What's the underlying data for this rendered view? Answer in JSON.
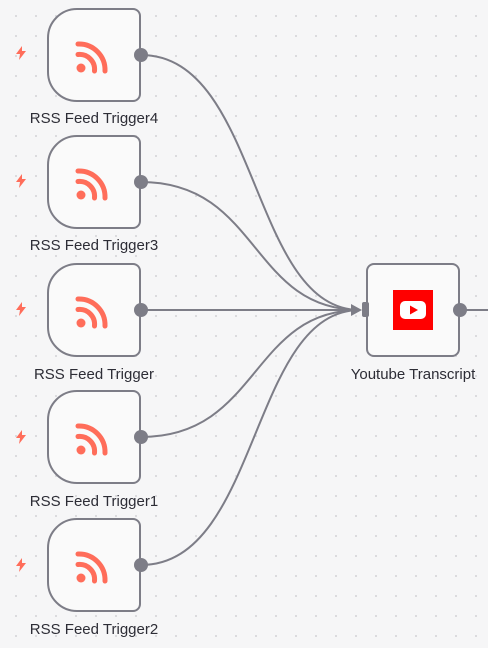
{
  "colors": {
    "rss_icon": "#ff6d5a",
    "trigger_bolt": "#ff6d5a",
    "node_border": "#7d7d87",
    "edge": "#7d7d87",
    "youtube_red": "#ff0000",
    "canvas_bg": "#f6f6f7"
  },
  "workflow": {
    "trigger_nodes": [
      {
        "label": "RSS Feed Trigger4",
        "icon": "rss-icon"
      },
      {
        "label": "RSS Feed Trigger3",
        "icon": "rss-icon"
      },
      {
        "label": "RSS Feed Trigger",
        "icon": "rss-icon"
      },
      {
        "label": "RSS Feed Trigger1",
        "icon": "rss-icon"
      },
      {
        "label": "RSS Feed Trigger2",
        "icon": "rss-icon"
      }
    ],
    "action_node": {
      "label": "Youtube Transcript",
      "icon": "youtube-icon"
    }
  }
}
